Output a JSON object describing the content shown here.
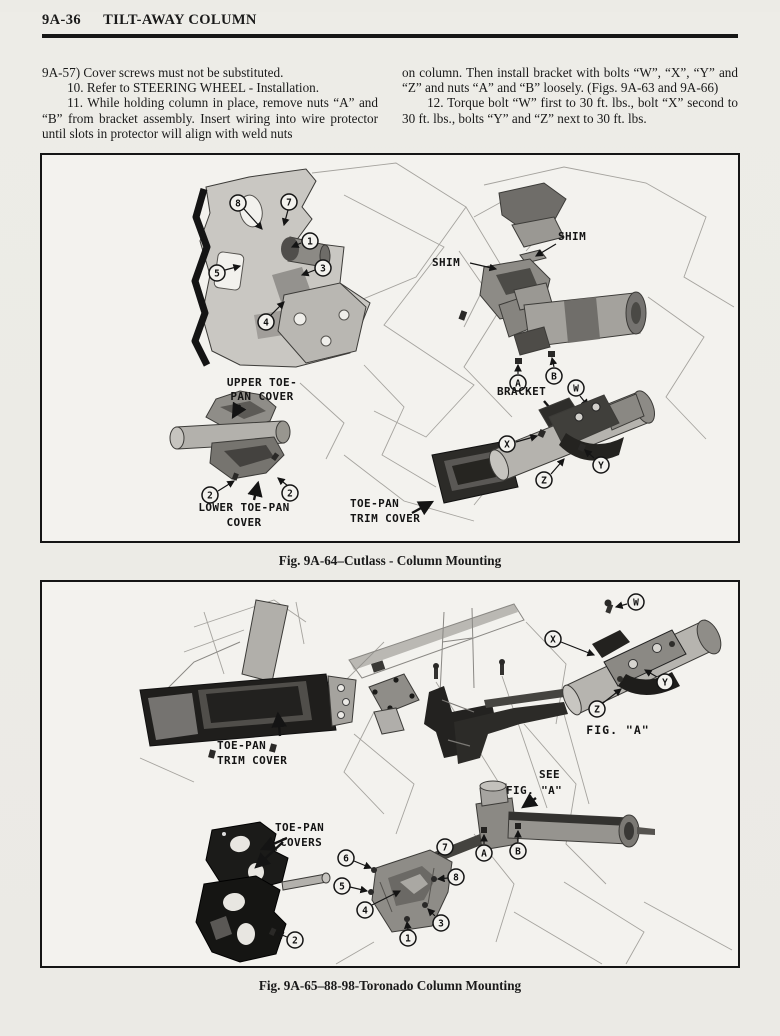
{
  "page": {
    "number": "9A-36",
    "title": "TILT-AWAY COLUMN"
  },
  "text": {
    "left_column": [
      "9A-57) Cover screws must not be substituted.",
      "10. Refer to STEERING WHEEL - Installation.",
      "11. While holding column in place, remove nuts “A” and “B” from bracket assembly. Insert wiring into wire protector until slots in protector will align with weld nuts"
    ],
    "right_column": [
      "on column. Then install bracket with bolts “W”, “X”, “Y” and “Z” and nuts “A” and “B” loosely. (Figs. 9A-63 and 9A-66)",
      "12. Torque bolt “W” first to 30 ft. lbs., bolt “X” second to 30 ft. lbs., bolts “Y” and “Z” next to 30 ft. lbs."
    ]
  },
  "figure1": {
    "caption": "Fig. 9A-64–Cutlass - Column Mounting",
    "labels": {
      "shim_left": "SHIM",
      "shim_right": "SHIM",
      "bracket": "BRACKET",
      "upper_cover_1": "UPPER TOE-",
      "upper_cover_2": "PAN COVER",
      "lower_cover_1": "LOWER TOE-PAN",
      "lower_cover_2": "COVER",
      "trim_cover_1": "TOE-PAN",
      "trim_cover_2": "TRIM COVER"
    },
    "callouts": {
      "a": "A",
      "b": "B",
      "w": "W",
      "x": "X",
      "y": "Y",
      "z": "Z",
      "n1": "1",
      "n2": "2",
      "n3": "3",
      "n4": "4",
      "n5": "5",
      "n7": "7",
      "n8": "8"
    }
  },
  "figure2": {
    "caption": "Fig. 9A-65–88-98-Toronado Column Mounting",
    "labels": {
      "trim_cover_1": "TOE-PAN",
      "trim_cover_2": "TRIM COVER",
      "covers_1": "TOE-PAN",
      "covers_2": "COVERS",
      "see_1": "SEE",
      "see_2": "FIG. \"A\"",
      "fig_a": "FIG. \"A\""
    },
    "callouts": {
      "a": "A",
      "b": "B",
      "w": "W",
      "x": "X",
      "y": "Y",
      "z": "Z",
      "n1": "1",
      "n2": "2",
      "n3": "3",
      "n4": "4",
      "n5": "5",
      "n6": "6",
      "n7": "7",
      "n8": "8"
    }
  }
}
